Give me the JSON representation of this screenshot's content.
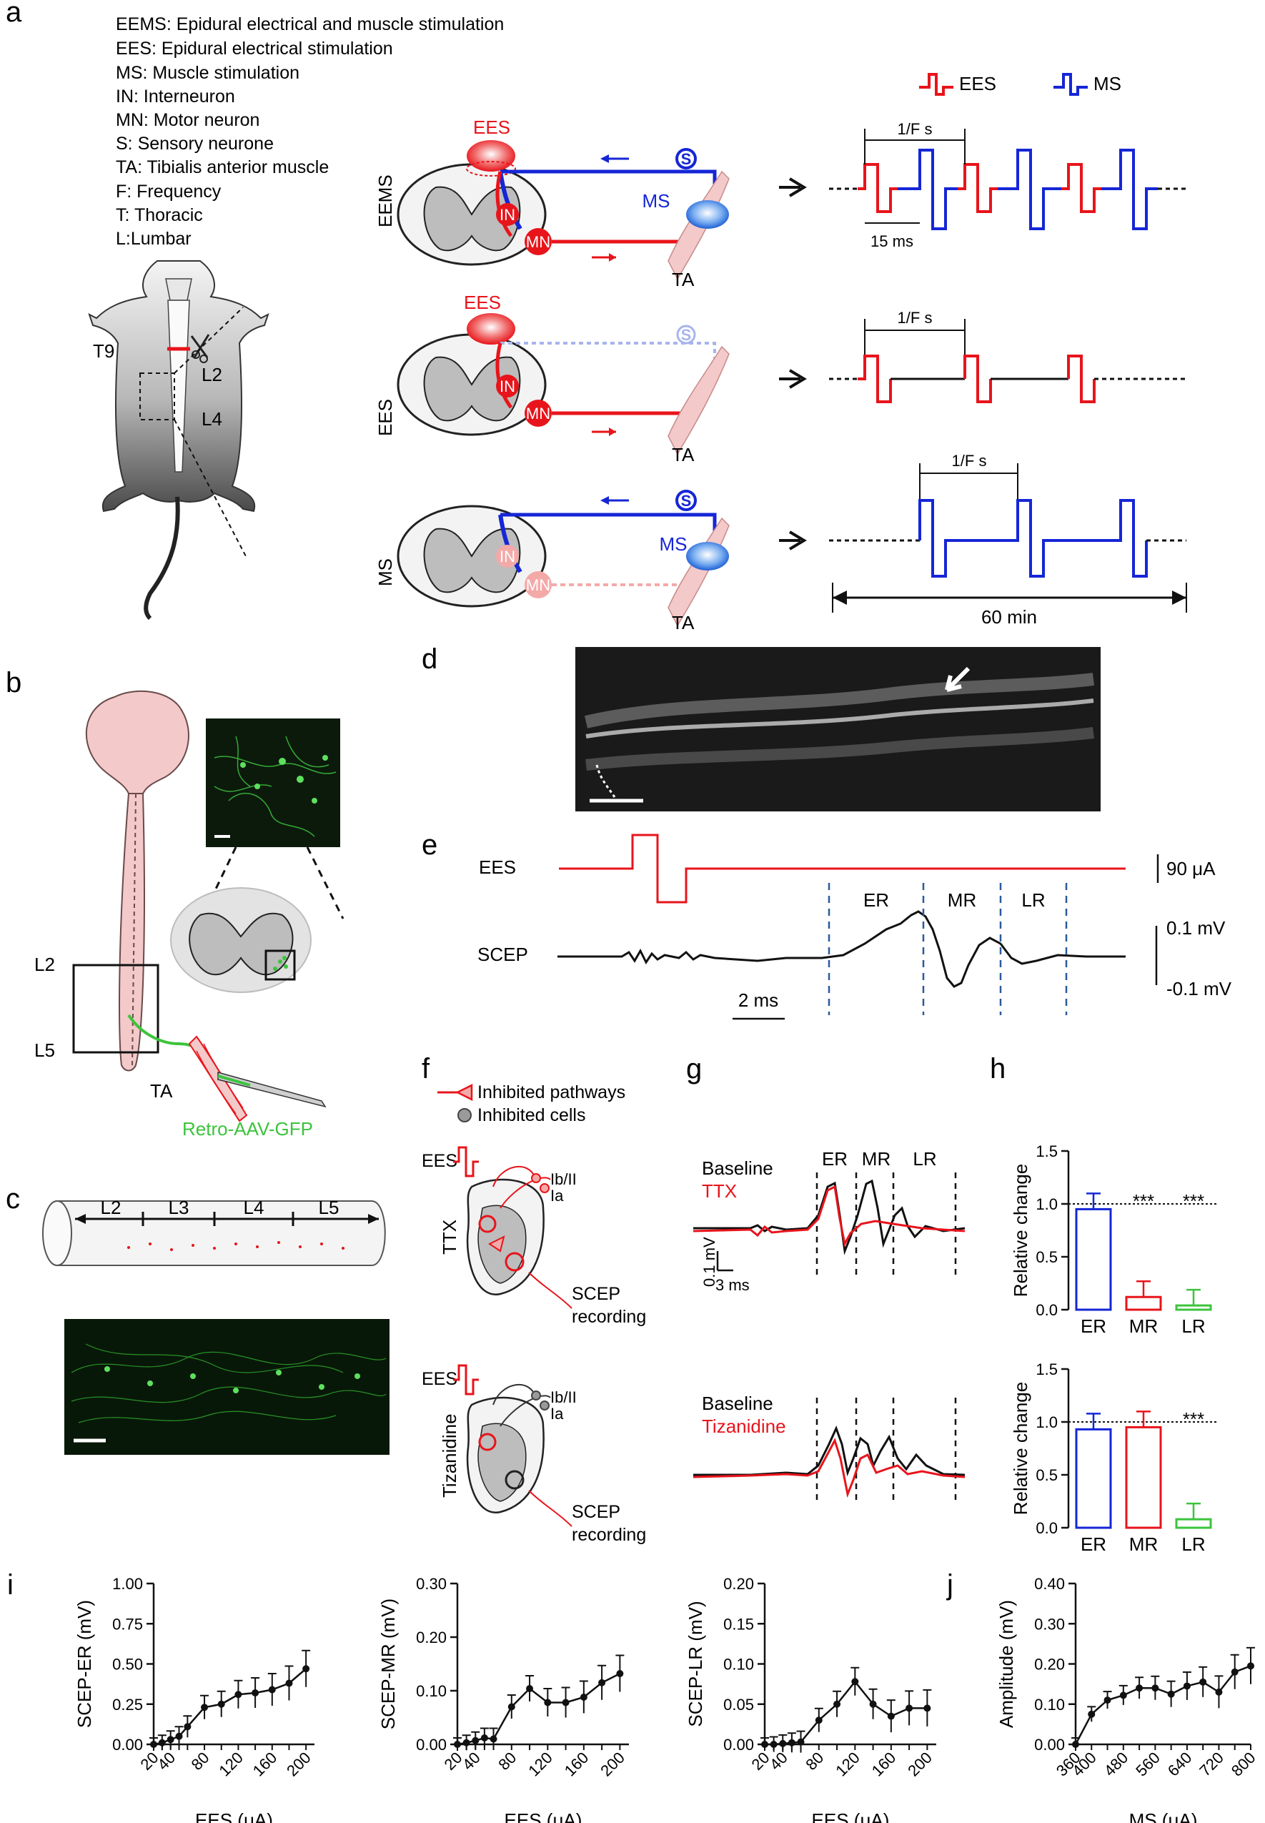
{
  "panels": {
    "a": "a",
    "b": "b",
    "c": "c",
    "d": "d",
    "e": "e",
    "f": "f",
    "g": "g",
    "h": "h",
    "i": "i",
    "j": "j"
  },
  "abbreviations": [
    "EEMS: Epidural electrical and muscle stimulation",
    "EES: Epidural electrical stimulation",
    "MS: Muscle stimulation",
    "IN: Interneuron",
    "MN: Motor neuron",
    "S: Sensory neurone",
    "TA: Tibialis anterior muscle",
    "F: Frequency",
    "T: Thoracic",
    "L:Lumbar"
  ],
  "panel_a": {
    "mouse_labels": {
      "t9": "T9",
      "l2": "L2",
      "l4": "L4"
    },
    "rows": [
      {
        "name": "EEMS",
        "ees": "EES",
        "ms": "MS",
        "in": "IN",
        "mn": "MN",
        "s": "S",
        "ta": "TA"
      },
      {
        "name": "EES",
        "ees": "EES",
        "in": "IN",
        "mn": "MN",
        "s": "S",
        "ta": "TA"
      },
      {
        "name": "MS",
        "ms": "MS",
        "in": "IN",
        "mn": "MN",
        "s": "S",
        "ta": "TA"
      }
    ],
    "legend": {
      "ees": "EES",
      "ms": "MS"
    },
    "period": "1/F s",
    "delay": "15 ms",
    "duration": "60 min",
    "colors": {
      "ees": "#e8141b",
      "ms": "#1526d6"
    }
  },
  "panel_b": {
    "l2": "L2",
    "l5": "L5",
    "ta": "TA",
    "virus": "Retro-AAV-GFP",
    "virus_color": "#3cc43c"
  },
  "panel_c": {
    "segments": [
      "L2",
      "L3",
      "L4",
      "L5"
    ]
  },
  "panel_e": {
    "ees": "EES",
    "scep": "SCEP",
    "scale_ees": "90 μA",
    "scale_top": "0.1 mV",
    "scale_bottom": "-0.1 mV",
    "scale_time": "2 ms",
    "windows": [
      "ER",
      "MR",
      "LR"
    ]
  },
  "panel_f": {
    "legend_path": "Inhibited pathways",
    "legend_cell": "Inhibited cells",
    "ees": "EES",
    "fibers": [
      "Ib/II",
      "Ia"
    ],
    "drug1": "TTX",
    "drug2": "Tizanidine",
    "recording": [
      "SCEP",
      "recording"
    ]
  },
  "panel_g": {
    "windows": [
      "ER",
      "MR",
      "LR"
    ],
    "baseline": "Baseline",
    "drug1": "TTX",
    "drug2": "Tizanidine",
    "scale_v": "0.1 mV",
    "scale_t": "3 ms"
  },
  "panel_h": {
    "ylabel": "Relative change",
    "categories": [
      "ER",
      "MR",
      "LR"
    ],
    "colors": [
      "#1526d6",
      "#e8141b",
      "#3cc43c"
    ],
    "top": {
      "values": [
        0.95,
        0.12,
        0.04
      ],
      "sig": [
        "",
        "***",
        "***"
      ]
    },
    "bottom": {
      "values": [
        0.93,
        0.95,
        0.08
      ],
      "sig": [
        "",
        "",
        "***"
      ]
    }
  },
  "chart_data": [
    {
      "type": "bar",
      "panel": "h-top",
      "categories": [
        "ER",
        "MR",
        "LR"
      ],
      "values": [
        0.95,
        0.12,
        0.04
      ],
      "ylabel": "Relative change",
      "ylim": [
        0,
        1.5
      ],
      "yticks": [
        "0.0",
        "0.5",
        "1.0",
        "1.5"
      ],
      "reference_line": 1.0
    },
    {
      "type": "bar",
      "panel": "h-bottom",
      "categories": [
        "ER",
        "MR",
        "LR"
      ],
      "values": [
        0.93,
        0.95,
        0.08
      ],
      "ylabel": "Relative change",
      "ylim": [
        0,
        1.5
      ],
      "yticks": [
        "0.0",
        "0.5",
        "1.0",
        "1.5"
      ],
      "reference_line": 1.0
    },
    {
      "type": "line",
      "panel": "i-1",
      "x": [
        20,
        30,
        40,
        50,
        60,
        80,
        100,
        120,
        140,
        160,
        180,
        200
      ],
      "y": [
        0.0,
        0.01,
        0.03,
        0.05,
        0.11,
        0.23,
        0.25,
        0.31,
        0.32,
        0.34,
        0.38,
        0.47
      ],
      "ylabel": "SCEP-ER (mV)",
      "xlabel": "EES (μA)",
      "ylim": [
        0,
        1
      ],
      "yticks": [
        "0.00",
        "0.25",
        "0.50",
        "0.75",
        "1.00"
      ],
      "xticks": [
        "20",
        "40",
        "80",
        "120",
        "160",
        "200"
      ]
    },
    {
      "type": "line",
      "panel": "i-2",
      "x": [
        20,
        30,
        40,
        50,
        60,
        80,
        100,
        120,
        140,
        160,
        180,
        200
      ],
      "y": [
        0.0,
        0.003,
        0.007,
        0.012,
        0.01,
        0.07,
        0.104,
        0.078,
        0.078,
        0.088,
        0.115,
        0.132
      ],
      "ylabel": "SCEP-MR (mV)",
      "xlabel": "EES (μA)",
      "ylim": [
        0,
        0.3
      ],
      "yticks": [
        "0.00",
        "0.10",
        "0.20",
        "0.30"
      ],
      "xticks": [
        "20",
        "40",
        "80",
        "120",
        "160",
        "200"
      ]
    },
    {
      "type": "line",
      "panel": "i-3",
      "x": [
        20,
        30,
        40,
        50,
        60,
        80,
        100,
        120,
        140,
        160,
        180,
        200
      ],
      "y": [
        0.0,
        0.0,
        0.001,
        0.002,
        0.003,
        0.03,
        0.05,
        0.078,
        0.05,
        0.035,
        0.045,
        0.045
      ],
      "ylabel": "SCEP-LR (mV)",
      "xlabel": "EES (μA)",
      "ylim": [
        0,
        0.2
      ],
      "yticks": [
        "0.00",
        "0.05",
        "0.10",
        "0.15",
        "0.20"
      ],
      "xticks": [
        "20",
        "40",
        "80",
        "120",
        "160",
        "200"
      ]
    },
    {
      "type": "line",
      "panel": "j",
      "x": [
        360,
        400,
        440,
        480,
        520,
        560,
        600,
        640,
        680,
        720,
        760,
        800
      ],
      "y": [
        0.0,
        0.075,
        0.11,
        0.122,
        0.14,
        0.14,
        0.125,
        0.145,
        0.155,
        0.13,
        0.18,
        0.195
      ],
      "ylabel": "Amplitude (mV)",
      "xlabel": "MS (μA)",
      "ylim": [
        0,
        0.4
      ],
      "yticks": [
        "0.00",
        "0.10",
        "0.20",
        "0.30",
        "0.40"
      ],
      "xticks": [
        "360",
        "400",
        "480",
        "560",
        "640",
        "720",
        "800"
      ]
    }
  ]
}
